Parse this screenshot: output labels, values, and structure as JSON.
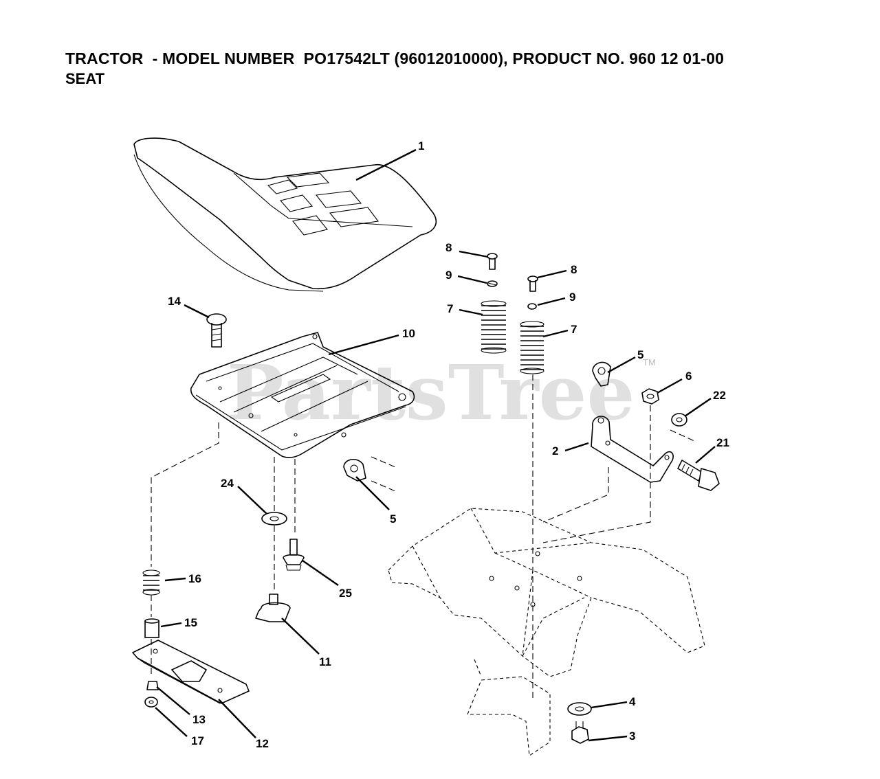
{
  "header": {
    "title": "TRACTOR  - MODEL NUMBER  PO17542LT (96012010000), PRODUCT NO. 960 12 01-00",
    "subtitle": "SEAT"
  },
  "watermark": {
    "text": "PartsTree",
    "mark": "TM"
  },
  "callouts": [
    {
      "id": "c1",
      "num": "1"
    },
    {
      "id": "c8a",
      "num": "8"
    },
    {
      "id": "c9a",
      "num": "9"
    },
    {
      "id": "c7a",
      "num": "7"
    },
    {
      "id": "c8b",
      "num": "8"
    },
    {
      "id": "c9b",
      "num": "9"
    },
    {
      "id": "c7b",
      "num": "7"
    },
    {
      "id": "c14",
      "num": "14"
    },
    {
      "id": "c10",
      "num": "10"
    },
    {
      "id": "c5a",
      "num": "5"
    },
    {
      "id": "c6",
      "num": "6"
    },
    {
      "id": "c22",
      "num": "22"
    },
    {
      "id": "c2",
      "num": "2"
    },
    {
      "id": "c21",
      "num": "21"
    },
    {
      "id": "c24",
      "num": "24"
    },
    {
      "id": "c5b",
      "num": "5"
    },
    {
      "id": "c16",
      "num": "16"
    },
    {
      "id": "c25",
      "num": "25"
    },
    {
      "id": "c15",
      "num": "15"
    },
    {
      "id": "c11",
      "num": "11"
    },
    {
      "id": "c4",
      "num": "4"
    },
    {
      "id": "c13",
      "num": "13"
    },
    {
      "id": "c3",
      "num": "3"
    },
    {
      "id": "c17",
      "num": "17"
    },
    {
      "id": "c12",
      "num": "12"
    }
  ]
}
